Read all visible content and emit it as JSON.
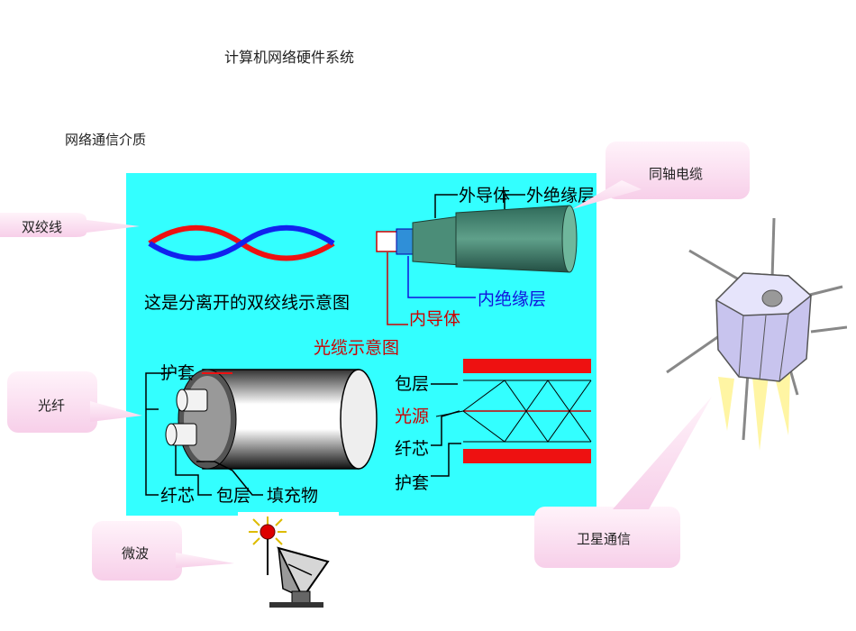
{
  "page": {
    "title": "计算机网络硬件系统",
    "subtitle": "网络通信介质"
  },
  "callouts": {
    "twisted_pair": "双绞线",
    "coax": "同轴电缆",
    "fiber": "光纤",
    "microwave": "微波",
    "satellite": "卫星通信"
  },
  "diagram": {
    "twisted_caption": "这是分离开的双绞线示意图",
    "coax_labels": {
      "outer_conductor": "外导体",
      "outer_insulation": "外绝缘层",
      "inner_insulation": "内绝缘层",
      "inner_conductor": "内导体"
    },
    "fiber_cable_title": "光缆示意图",
    "fiber_cable_labels": {
      "jacket": "护套",
      "core": "纤芯",
      "cladding": "包层",
      "filler": "填充物"
    },
    "fiber_principle_labels": {
      "cladding": "包层",
      "light_source": "光源",
      "core": "纤芯",
      "jacket": "护套"
    },
    "colors": {
      "panel_bg": "#33ffff",
      "red_label": "#cc0000",
      "blue_label": "#0000cc",
      "callout_fill": "#ffe6f6"
    }
  }
}
